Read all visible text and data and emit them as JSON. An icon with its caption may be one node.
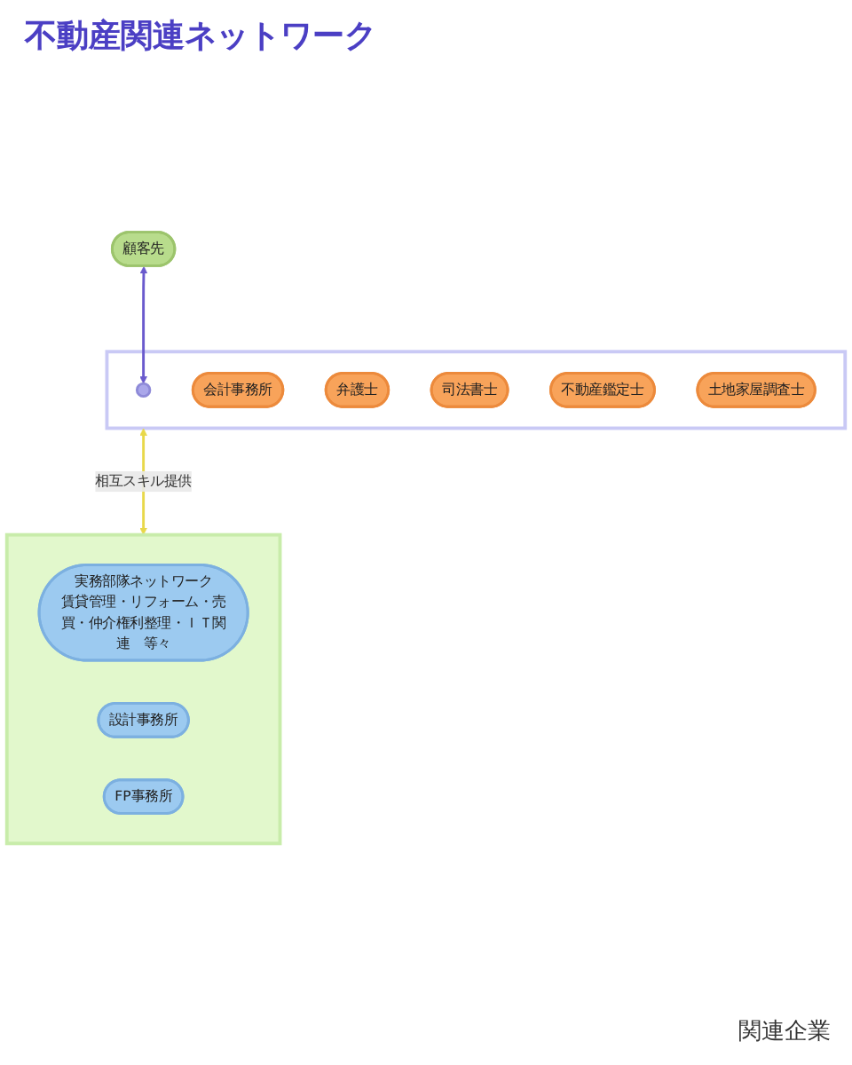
{
  "diagram": {
    "title": "不動産関連ネットワーク",
    "nodes": [
      {
        "text": [],
        "shape": "box"
      },
      {
        "text": [
          "顧客先"
        ]
      },
      {
        "text": [],
        "shape": "circle",
        "in": 0
      },
      {
        "text": [
          "会計事務所"
        ],
        "in": 0
      },
      {
        "text": [
          "弁護士"
        ],
        "in": 0
      },
      {
        "text": [
          "司法書士"
        ],
        "in": 0
      },
      {
        "text": [
          "不動産鑑定士"
        ],
        "in": 0
      },
      {
        "text": [
          "土地家屋調査士"
        ],
        "in": 0
      },
      {
        "text": [],
        "shape": "box"
      },
      {
        "text": [
          "実務部隊ネットワーク",
          "賃貸管理・リフォーム・売買・仲介権利整理・ＩＴ関連　等々"
        ],
        "in": 8
      },
      {
        "text": [
          "設計事務所"
        ],
        "in": 8
      },
      {
        "text": [
          "FP事務所"
        ],
        "in": 8
      }
    ],
    "edges": [
      {
        "from": 1,
        "to": 2,
        "arrow": "both",
        "color": "#6a5acd"
      },
      {
        "from": 0,
        "to": 8,
        "arrow": "both",
        "label": "相互スキル提供",
        "color": "#e8d84a"
      }
    ],
    "labels": [
      "関連企業"
    ]
  }
}
